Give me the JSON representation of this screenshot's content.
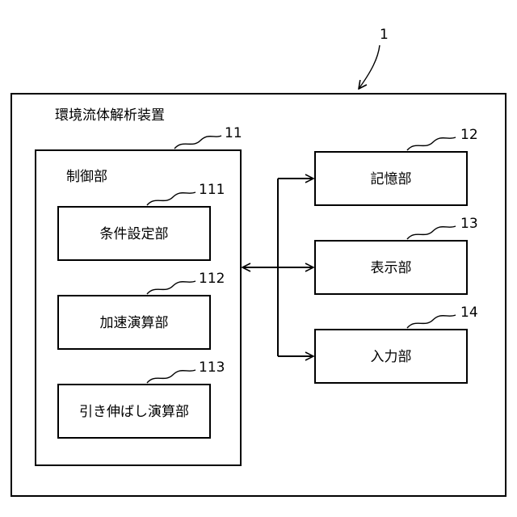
{
  "ref_device": "1",
  "device": {
    "title": "環境流体解析装置"
  },
  "control_unit": {
    "ref": "11",
    "title": "制御部",
    "sub_units": [
      {
        "ref": "111",
        "label": "条件設定部"
      },
      {
        "ref": "112",
        "label": "加速演算部"
      },
      {
        "ref": "113",
        "label": "引き伸ばし演算部"
      }
    ]
  },
  "peripherals": [
    {
      "ref": "12",
      "label": "記憶部"
    },
    {
      "ref": "13",
      "label": "表示部"
    },
    {
      "ref": "14",
      "label": "入力部"
    }
  ]
}
